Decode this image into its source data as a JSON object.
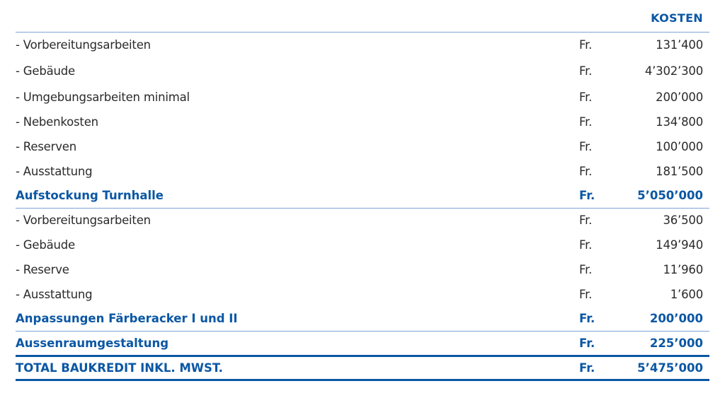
{
  "colors": {
    "accent": "#0b57a4",
    "rule": "#7aa6d6",
    "text": "#2a2a2a"
  },
  "header": {
    "column_label": "KOSTEN"
  },
  "currency": "Fr.",
  "groups": [
    {
      "items": [
        {
          "label": "- Vorbereitungsarbeiten",
          "currency": "Fr.",
          "value": "131’400"
        },
        {
          "label": "- Gebäude",
          "currency": "Fr.",
          "value": "4’302’300"
        },
        {
          "label": "- Umgebungsarbeiten minimal",
          "currency": "Fr.",
          "value": "200’000"
        },
        {
          "label": "- Nebenkosten",
          "currency": "Fr.",
          "value": "134’800"
        },
        {
          "label": "- Reserven",
          "currency": "Fr.",
          "value": "100’000"
        },
        {
          "label": "- Ausstattung",
          "currency": "Fr.",
          "value": "181’500"
        }
      ],
      "summary": {
        "label": "Aufstockung Turnhalle",
        "currency": "Fr.",
        "value": "5’050’000"
      }
    },
    {
      "items": [
        {
          "label": "- Vorbereitungsarbeiten",
          "currency": "Fr.",
          "value": "36’500"
        },
        {
          "label": "- Gebäude",
          "currency": "Fr.",
          "value": "149’940"
        },
        {
          "label": "- Reserve",
          "currency": "Fr.",
          "value": "11’960"
        },
        {
          "label": "- Ausstattung",
          "currency": "Fr.",
          "value": "1’600"
        }
      ],
      "summary": {
        "label": "Anpassungen Färberacker I und II",
        "currency": "Fr.",
        "value": "200’000"
      }
    }
  ],
  "extra": {
    "label": "Aussenraumgestaltung",
    "currency": "Fr.",
    "value": "225’000"
  },
  "total": {
    "label": "TOTAL BAUKREDIT INKL. MWST.",
    "currency": "Fr.",
    "value": "5’475’000"
  }
}
